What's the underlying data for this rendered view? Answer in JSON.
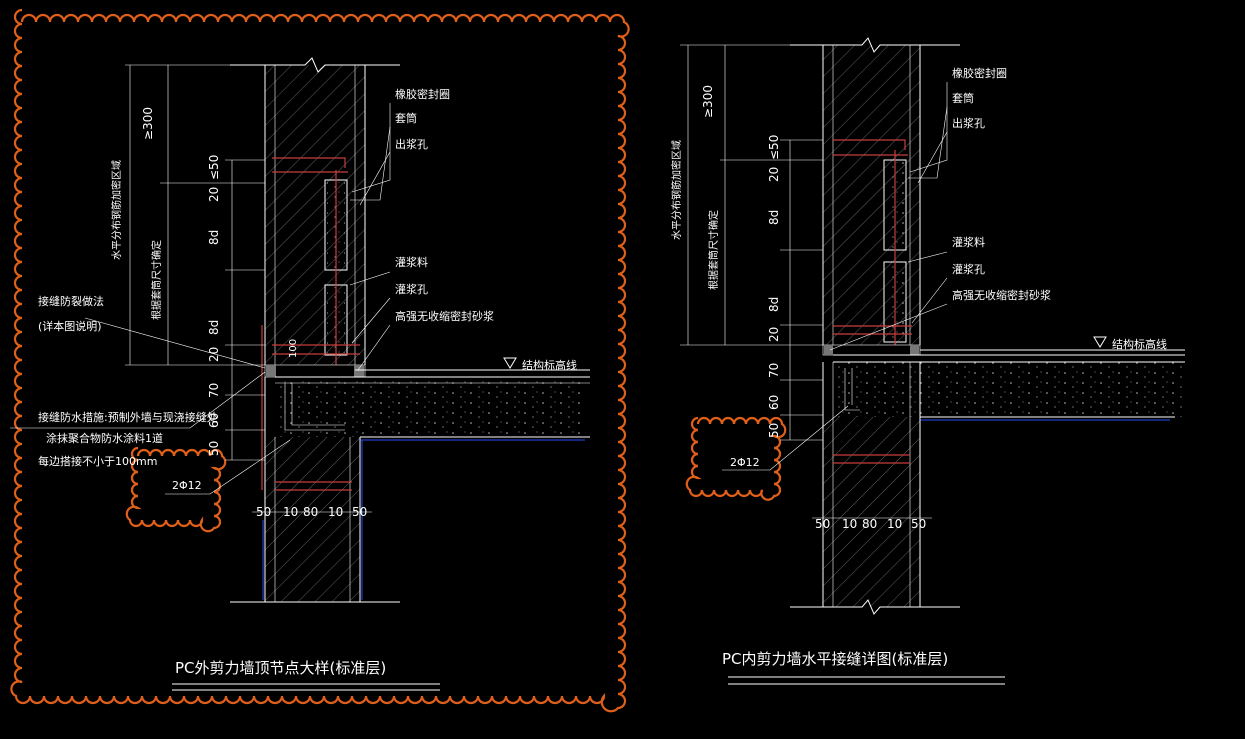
{
  "colors": {
    "background": "#000000",
    "line": "#ffffff",
    "hatch": "#9a9a9a",
    "rebar": "#c83c3c",
    "waterproof": "#1e3cc8",
    "revision_cloud": "#e0601a"
  },
  "left_detail": {
    "title": "PC外剪力墙顶节点大样(标准层)",
    "labels": {
      "rubber_seal": "橡胶密封圈",
      "sleeve": "套筒",
      "grout_out": "出浆孔",
      "grout_in": "灌浆孔",
      "grout_mat": "灌浆料",
      "mortar": "高强无收缩密封砂浆",
      "level_line": "结构标高线",
      "joint_method_1": "接缝防裂做法",
      "joint_method_2": "(详本图说明)",
      "waterproof_1": "接缝防水措施:预制外墙与现浇接缝处",
      "waterproof_2": "涂抹聚合物防水涂料1道",
      "waterproof_3": "每边搭接不小于100mm",
      "rebar": "2Φ12",
      "vert_zone": "水平分布钢筋加密区域",
      "vert_size": "根据套筒尺寸确定"
    },
    "dims_vertical": [
      "≥300",
      "≤50",
      "20",
      "8d",
      "8d",
      "20",
      "70",
      "60",
      "50"
    ],
    "dims_horizontal": [
      "50",
      "10",
      "80",
      "10",
      "50"
    ],
    "dim_100": "100"
  },
  "right_detail": {
    "title": "PC内剪力墙水平接缝详图(标准层)",
    "labels": {
      "rubber_seal": "橡胶密封圈",
      "sleeve": "套筒",
      "grout_out": "出浆孔",
      "grout_mat": "灌浆料",
      "grout_in": "灌浆孔",
      "mortar": "高强无收缩密封砂浆",
      "level_line": "结构标高线",
      "rebar": "2Φ12",
      "vert_zone": "水平分布钢筋加密区域",
      "vert_size": "根据套筒尺寸确定"
    },
    "dims_vertical": [
      "≥300",
      "≤50",
      "20",
      "8d",
      "8d",
      "20",
      "70",
      "60",
      "50"
    ],
    "dims_horizontal": [
      "50",
      "10",
      "80",
      "10",
      "50"
    ]
  }
}
